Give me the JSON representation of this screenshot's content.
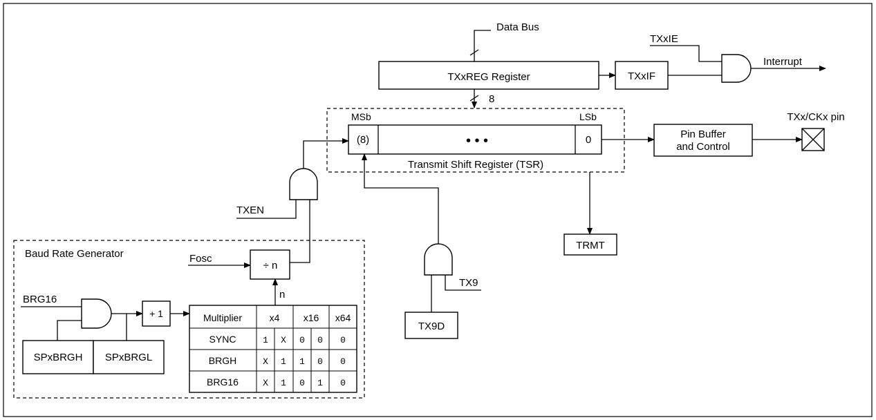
{
  "labels": {
    "data_bus": "Data Bus",
    "txreg": "TXxREG Register",
    "txif": "TXxIF",
    "txie": "TXxIE",
    "interrupt": "Interrupt",
    "bus_width": "8",
    "msb": "MSb",
    "lsb": "LSb",
    "bit_high": "(8)",
    "bit_low": "0",
    "dots": "• • •",
    "tsr": "Transmit Shift Register (TSR)",
    "pin_buffer_line1": "Pin Buffer",
    "pin_buffer_line2": "and Control",
    "pin": "TXx/CKx pin",
    "trmt": "TRMT",
    "txen": "TXEN",
    "tx9": "TX9",
    "tx9d": "TX9D",
    "brg_title": "Baud Rate Generator",
    "fosc": "Fosc",
    "div_n": "÷ n",
    "n": "n",
    "brg16": "BRG16",
    "plus1": "+ 1",
    "spbrgh": "SPxBRGH",
    "spbrgl": "SPxBRGL"
  },
  "multiplier_table": {
    "header": [
      "Multiplier",
      "x4",
      "x16",
      "x64"
    ],
    "rows": [
      {
        "name": "SYNC",
        "values": [
          "1",
          "X",
          "0",
          "0",
          "0"
        ]
      },
      {
        "name": "BRGH",
        "values": [
          "X",
          "1",
          "1",
          "0",
          "0"
        ]
      },
      {
        "name": "BRG16",
        "values": [
          "X",
          "1",
          "0",
          "1",
          "0"
        ]
      }
    ]
  }
}
